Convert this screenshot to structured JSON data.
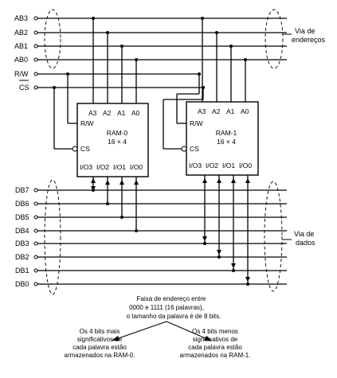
{
  "address_bus": {
    "signals": [
      "AB3",
      "AB2",
      "AB1",
      "AB0"
    ],
    "label_line1": "Via de",
    "label_line2": "endereços"
  },
  "control": {
    "rw": "R/W",
    "cs": "CS"
  },
  "data_bus": {
    "signals": [
      "DB7",
      "DB6",
      "DB5",
      "DB4",
      "DB3",
      "DB2",
      "DB1",
      "DB0"
    ],
    "label_line1": "Via de",
    "label_line2": "dados"
  },
  "chips": [
    {
      "name": "RAM-0",
      "size": "16 × 4",
      "addr_pins": [
        "A3",
        "A2",
        "A1",
        "A0"
      ],
      "rw_pin": "R/W",
      "cs_pin": "CS",
      "io_pins": [
        "I/O3",
        "I/O2",
        "I/O1",
        "I/O0"
      ]
    },
    {
      "name": "RAM-1",
      "size": "16 × 4",
      "addr_pins": [
        "A3",
        "A2",
        "A1",
        "A0"
      ],
      "rw_pin": "R/W",
      "cs_pin": "CS",
      "io_pins": [
        "I/O3",
        "I/O2",
        "I/O1",
        "I/O0"
      ]
    }
  ],
  "notes": {
    "range": [
      "Faixa de endereço entre",
      "0000 e 1111 (16 palavras),",
      "o tamanho da palavra é de 8 bits."
    ],
    "left": [
      "Os 4 bits mais",
      "significativos de",
      "cada palavra estão",
      "armazenados na RAM-0."
    ],
    "right": [
      "Os 4 bits menos",
      "significativos de",
      "cada palavra estão",
      "armazenados na RAM-1."
    ]
  }
}
